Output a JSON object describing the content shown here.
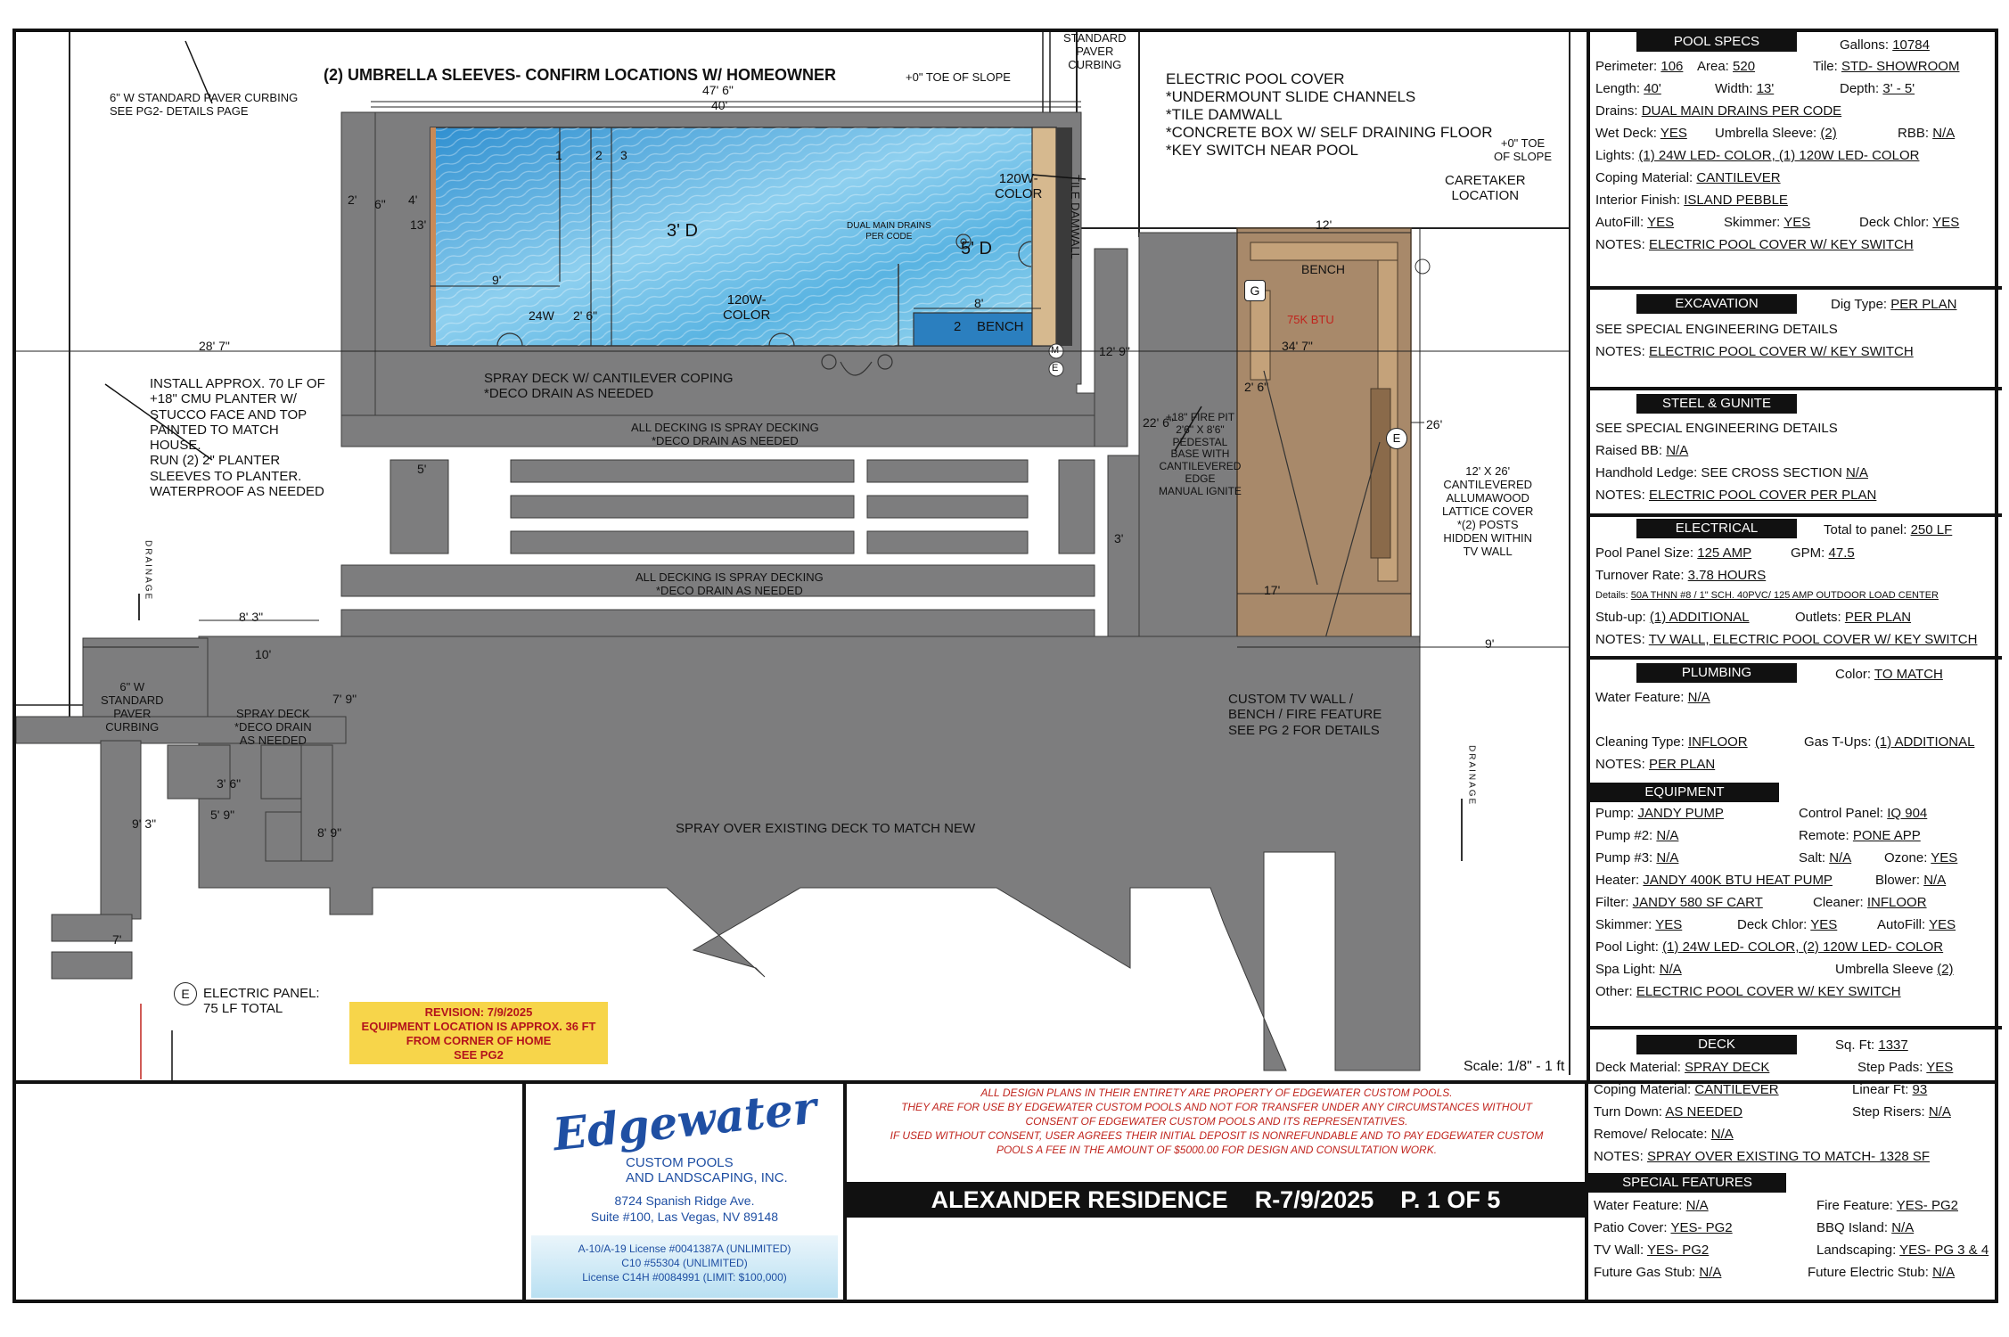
{
  "plan": {
    "header": "(2) UMBRELLA SLEEVES- CONFIRM LOCATIONS W/ HOMEOWNER",
    "toe_of_slope": "+0\" TOE OF SLOPE",
    "paver_curbing_top": "STANDARD\nPAVER\nCURBING",
    "paver_curbing_left": "6\" W STANDARD PAVER CURBING\nSEE PG2- DETAILS PAGE",
    "electric_cover_note": "ELECTRIC POOL COVER\n*UNDERMOUNT SLIDE CHANNELS\n*TILE DAMWALL\n*CONCRETE BOX W/ SELF DRAINING FLOOR\n*KEY SWITCH NEAR POOL",
    "toe_of_slope_right": "+0\" TOE\nOF SLOPE",
    "caretaker": "CARETAKER\nLOCATION",
    "dim_47_6": "47' 6\"",
    "dim_40": "40'",
    "dim_12": "12'",
    "dim_28_7": "28' 7\"",
    "dim_34_7": "34' 7\"",
    "dim_26": "26'",
    "dim_13": "13'",
    "dim_9": "9'",
    "dim_8": "8'",
    "dim_2_6": "2' 6\"",
    "dim_4": "4'",
    "dim_2": "2'",
    "dim_6": "6\"",
    "dim_12_9": "12' 9\"",
    "dim_22_6": "22' 6\"",
    "dim_17": "17'",
    "dim_9b": "9'",
    "dim_3": "3'",
    "dim_5": "5'",
    "dim_8_3": "8' 3\"",
    "dim_10": "10'",
    "dim_7_9": "7' 9\"",
    "dim_9_3": "9' 3\"",
    "dim_3_6": "3' 6\"",
    "dim_5_9": "5' 9\"",
    "dim_7": "7'",
    "dim_8_9": "8' 9\"",
    "dim_2_6b": "2' 6\"",
    "depth_3": "3' D",
    "depth_5": "5' D",
    "tile_damwall": "TILE DAMWALL",
    "light_120_top": "120W-\nCOLOR",
    "light_120_bottom": "120W-\nCOLOR",
    "light_24": "24W",
    "dual_drains": "DUAL MAIN DRAINS\nPER CODE",
    "bench_pool": "BENCH",
    "bench_num": "2",
    "steps": [
      "1",
      "2",
      "3"
    ],
    "spray_deck_pool": "SPRAY DECK W/ CANTILEVER COPING\n*DECO DRAIN AS NEEDED",
    "all_decking_1": "ALL DECKING IS SPRAY DECKING\n*DECO DRAIN AS NEEDED",
    "all_decking_2": "ALL DECKING IS SPRAY DECKING\n*DECO DRAIN AS NEEDED",
    "planter_note": "INSTALL APPROX. 70 LF OF\n+18\" CMU PLANTER W/\nSTUCCO FACE AND TOP\nPAINTED TO MATCH\nHOUSE.\nRUN (2) 2\" PLANTER\nSLEEVES TO PLANTER.\nWATERPROOF AS NEEDED",
    "fire_pit_note": "+18\" FIRE PIT\n2'6\" X 8'6\"\nPEDESTAL\nBASE WITH\nCANTILEVERED\nEDGE\nMANUAL IGNITE",
    "bench_patio": "BENCH",
    "btu": "75K BTU",
    "lattice_note": "12' X 26'\nCANTILEVERED\nALLUMAWOOD\nLATTICE COVER\n*(2) POSTS\nHIDDEN WITHIN\nTV WALL",
    "tv_wall_note": "CUSTOM TV WALL /\nBENCH / FIRE FEATURE\nSEE PG 2 FOR DETAILS",
    "spray_deck_left": "SPRAY DECK\n*DECO DRAIN\nAS NEEDED",
    "paver_curbing_small": "6\" W\nSTANDARD\nPAVER\nCURBING",
    "spray_over": "SPRAY OVER EXISTING DECK TO MATCH NEW",
    "drainage": "DRAINAGE",
    "electric_panel": "ELECTRIC PANEL:\n75 LF TOTAL",
    "revision": "REVISION: 7/9/2025\nEQUIPMENT LOCATION IS APPROX. 36 FT\nFROM CORNER OF HOME\nSEE PG2",
    "scale": "Scale: 1/8\" - 1 ft",
    "sym_g": "G",
    "sym_e": "E",
    "sym_m": "M"
  },
  "specs": {
    "pool_specs": {
      "header": "POOL SPECS",
      "gallons_label": "Gallons:",
      "gallons": "10784",
      "perimeter_label": "Perimeter:",
      "perimeter": "106",
      "area_label": "Area:",
      "area": "520",
      "tile_label": "Tile:",
      "tile": "STD- SHOWROOM",
      "length_label": "Length:",
      "length": "40'",
      "width_label": "Width:",
      "width": "13'",
      "depth_label": "Depth:",
      "depth": "3' - 5'",
      "drains_label": "Drains:",
      "drains": "DUAL MAIN DRAINS PER CODE",
      "wet_deck_label": "Wet Deck:",
      "wet_deck": "YES",
      "umbrella_label": "Umbrella Sleeve:",
      "umbrella": "(2)",
      "rbb_label": "RBB:",
      "rbb": "N/A",
      "lights_label": "Lights:",
      "lights": "(1) 24W LED- COLOR, (1) 120W LED- COLOR",
      "coping_label": "Coping Material:",
      "coping": "CANTILEVER",
      "finish_label": "Interior Finish:",
      "finish": "ISLAND PEBBLE",
      "autofill_label": "AutoFill:",
      "autofill": "YES",
      "skimmer_label": "Skimmer:",
      "skimmer": "YES",
      "deck_chlor_label": "Deck Chlor:",
      "deck_chlor": "YES",
      "notes_label": "NOTES:",
      "notes": "ELECTRIC POOL COVER W/ KEY SWITCH"
    },
    "excavation": {
      "header": "EXCAVATION",
      "dig_label": "Dig Type:",
      "dig": "PER PLAN",
      "line1": "SEE SPECIAL ENGINEERING DETAILS",
      "notes_label": "NOTES:",
      "notes": "ELECTRIC POOL COVER W/ KEY SWITCH"
    },
    "steel": {
      "header": "STEEL & GUNITE",
      "line1": "SEE SPECIAL ENGINEERING DETAILS",
      "raised_label": "Raised BB:",
      "raised": "N/A",
      "handhold_label": "Handhold Ledge: SEE CROSS SECTION",
      "handhold": "N/A",
      "notes_label": "NOTES:",
      "notes": "ELECTRIC POOL COVER PER PLAN"
    },
    "electrical": {
      "header": "ELECTRICAL",
      "total_label": "Total to panel:",
      "total": "250 LF",
      "panel_label": "Pool Panel Size:",
      "panel": "125 AMP",
      "gpm_label": "GPM:",
      "gpm": "47.5",
      "turnover_label": "Turnover Rate:",
      "turnover": "3.78 HOURS",
      "details_label": "Details:",
      "details": "50A THNN #8 / 1\" SCH. 40PVC/ 125 AMP OUTDOOR LOAD CENTER",
      "stubup_label": "Stub-up:",
      "stubup": "(1) ADDITIONAL",
      "outlets_label": "Outlets:",
      "outlets": "PER PLAN",
      "notes_label": "NOTES:",
      "notes": "TV WALL, ELECTRIC POOL COVER W/ KEY SWITCH"
    },
    "plumbing": {
      "header": "PLUMBING",
      "color_label": "Color:",
      "color": "TO MATCH",
      "water_label": "Water Feature:",
      "water": "N/A",
      "cleaning_label": "Cleaning Type:",
      "cleaning": "INFLOOR",
      "gas_label": "Gas T-Ups:",
      "gas": "(1) ADDITIONAL",
      "notes_label": "NOTES:",
      "notes": "PER PLAN"
    },
    "equipment": {
      "header": "EQUIPMENT",
      "pump_label": "Pump:",
      "pump": "JANDY PUMP",
      "control_label": "Control Panel:",
      "control": "IQ 904",
      "pump2_label": "Pump #2:",
      "pump2": "N/A",
      "remote_label": "Remote:",
      "remote": "PONE APP",
      "pump3_label": "Pump #3:",
      "pump3": "N/A",
      "salt_label": "Salt:",
      "salt": "N/A",
      "ozone_label": "Ozone:",
      "ozone": "YES",
      "heater_label": "Heater:",
      "heater": "JANDY 400K BTU HEAT PUMP",
      "blower_label": "Blower:",
      "blower": "N/A",
      "filter_label": "Filter:",
      "filter": "JANDY 580 SF CART",
      "cleaner_label": "Cleaner:",
      "cleaner": "INFLOOR",
      "skimmer_label": "Skimmer:",
      "skimmer": "YES",
      "deck_chlor_label": "Deck Chlor:",
      "deck_chlor": "YES",
      "autofill_label": "AutoFill:",
      "autofill": "YES",
      "pool_light_label": "Pool Light:",
      "pool_light": "(1) 24W LED- COLOR, (2) 120W LED- COLOR",
      "spa_light_label": "Spa Light:",
      "spa_light": "N/A",
      "umbrella_label": "Umbrella Sleeve",
      "umbrella": "(2)",
      "other_label": "Other:",
      "other": "ELECTRIC POOL COVER W/ KEY SWITCH"
    },
    "deck": {
      "header": "DECK",
      "sqft_label": "Sq. Ft:",
      "sqft": "1337",
      "material_label": "Deck Material:",
      "material": "SPRAY DECK",
      "step_pads_label": "Step Pads:",
      "step_pads": "YES",
      "coping_label": "Coping Material:",
      "coping": "CANTILEVER",
      "linear_label": "Linear Ft:",
      "linear": "93",
      "turn_label": "Turn Down:",
      "turn": "AS NEEDED",
      "risers_label": "Step Risers:",
      "risers": "N/A",
      "remove_label": "Remove/ Relocate:",
      "remove": "N/A",
      "notes_label": "NOTES:",
      "notes": "SPRAY OVER EXISTING TO MATCH- 1328 SF"
    },
    "special": {
      "header": "SPECIAL FEATURES",
      "water_label": "Water Feature:",
      "water": "N/A",
      "fire_label": "Fire Feature:",
      "fire": "YES- PG2",
      "patio_label": "Patio Cover:",
      "patio": "YES- PG2",
      "bbq_label": "BBQ Island:",
      "bbq": "N/A",
      "tv_label": "TV Wall:",
      "tv": "YES- PG2",
      "landscaping_label": "Landscaping:",
      "landscaping": "YES- PG 3 & 4",
      "gas_label": "Future Gas Stub:",
      "gas": "N/A",
      "electric_label": "Future Electric Stub:",
      "electric": "N/A"
    }
  },
  "title_block": {
    "logo_script": "Edgewater",
    "logo_line1": "CUSTOM POOLS",
    "logo_line2": "AND LANDSCAPING, INC.",
    "address1": "8724 Spanish Ridge Ave.",
    "address2": "Suite #100, Las Vegas, NV 89148",
    "license1": "A-10/A-19 License #0041387A (UNLIMITED)",
    "license2": "C10 #55304 (UNLIMITED)",
    "license3": "License C14H #0084991 (LIMIT: $100,000)",
    "disclaimer": "ALL DESIGN PLANS IN THEIR ENTIRETY ARE PROPERTY OF EDGEWATER CUSTOM POOLS.\nTHEY ARE FOR USE BY EDGEWATER CUSTOM POOLS AND NOT FOR TRANSFER UNDER ANY CIRCUMSTANCES WITHOUT\nCONSENT OF EDGEWATER CUSTOM POOLS AND ITS REPRESENTATIVES.\nIF USED WITHOUT CONSENT, USER AGREES THEIR INITIAL DEPOSIT IS NONREFUNDABLE AND TO PAY EDGEWATER CUSTOM\nPOOLS A FEE IN THE AMOUNT OF $5000.00 FOR DESIGN AND CONSULTATION WORK.",
    "project_title": "ALEXANDER RESIDENCE    R-7/9/2025    P. 1 OF 5"
  },
  "colors": {
    "deck_gray": "#7d7d7e",
    "pool_blue": "#4aa3d6",
    "patio_tan": "#a8896a",
    "revision_yellow": "#f7d54a",
    "disclaimer_red": "#c0241d",
    "logo_blue": "#1f4fa3"
  }
}
